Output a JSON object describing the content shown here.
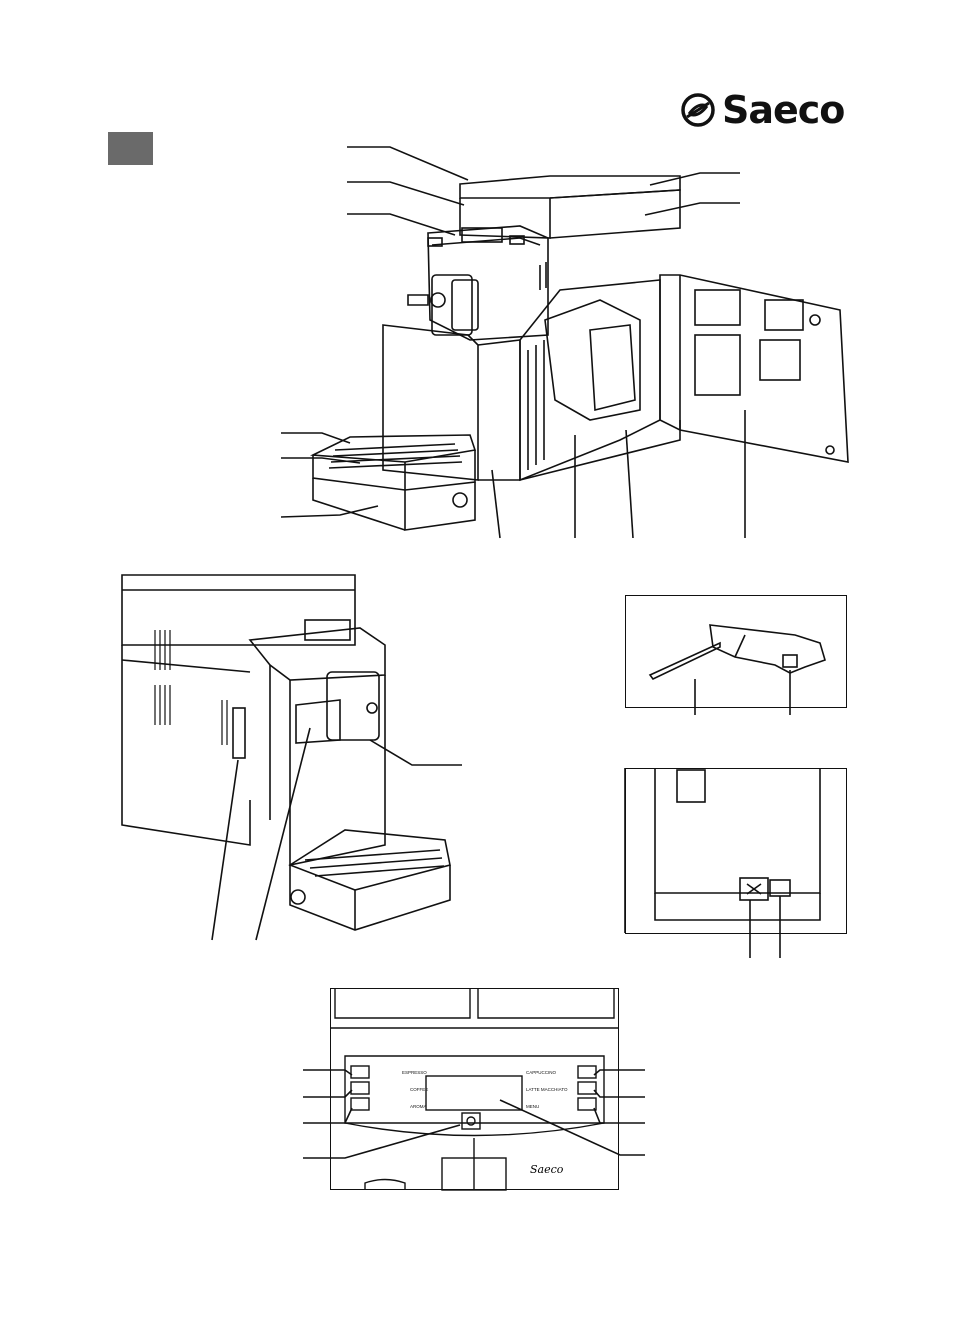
{
  "brand": {
    "name": "Saeco",
    "logo_icon": "saeco-swirl-logo"
  },
  "section_tag": {
    "color": "#6a6a6a"
  },
  "control_panel": {
    "left_labels": [
      "ESPRESSO",
      "COFFEE",
      "AROMA"
    ],
    "right_labels": [
      "CAPPUCCINO",
      "LATTE MACCHIATO",
      "MENU"
    ],
    "footer_brand": "Saeco"
  }
}
